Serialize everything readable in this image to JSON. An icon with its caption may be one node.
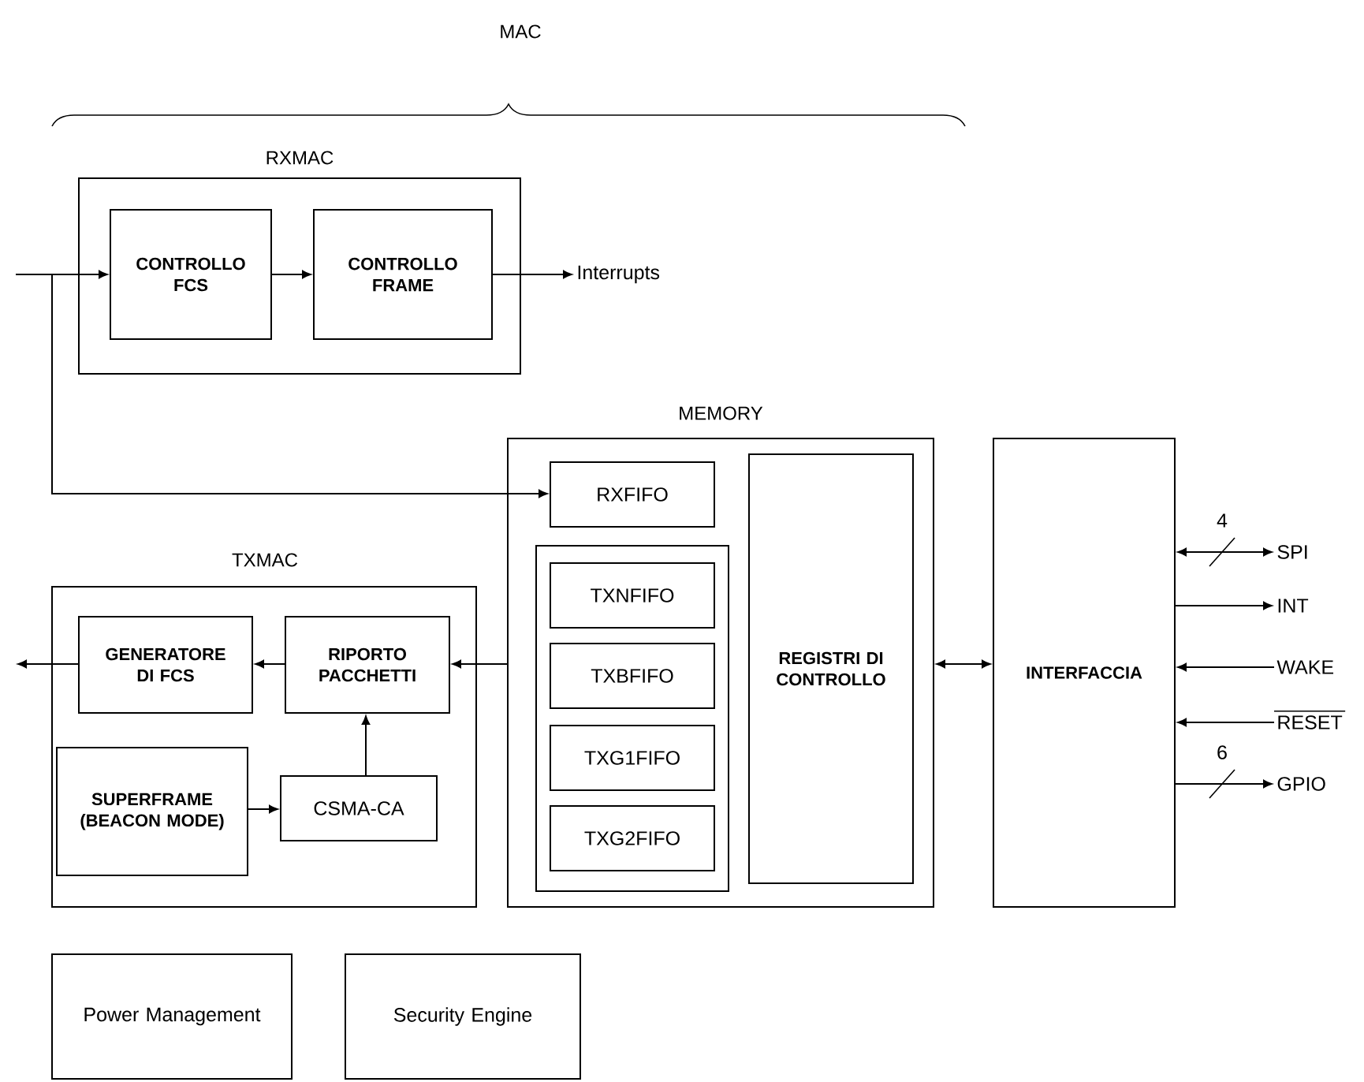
{
  "diagram": {
    "nodes": [
      {
        "text": [
          "RXMAC"
        ]
      },
      {
        "text": [
          "CONTROLLO FCS"
        ],
        "in": 0
      },
      {
        "text": [
          "CONTROLLO FRAME"
        ],
        "in": 0
      },
      {
        "text": [
          "Interrupts"
        ]
      },
      {
        "text": [
          "MEMORY"
        ]
      },
      {
        "text": [
          "RXFIFO"
        ],
        "in": 4
      },
      {
        "text": [],
        "shape": "box",
        "in": 4
      },
      {
        "text": [
          "TXNFIFO"
        ],
        "in": 6
      },
      {
        "text": [
          "TXBFIFO"
        ],
        "in": 6
      },
      {
        "text": [
          "TXG1FIFO"
        ],
        "in": 6
      },
      {
        "text": [
          "TXG2FIFO"
        ],
        "in": 6
      },
      {
        "text": [
          "REGISTRI DI CONTROLLO"
        ],
        "in": 4
      },
      {
        "text": [
          "TXMAC"
        ]
      },
      {
        "text": [
          "GENERATORE DI FCS"
        ],
        "in": 12
      },
      {
        "text": [
          "RIPORTO PACCHETTI"
        ],
        "in": 12
      },
      {
        "text": [
          "SUPERFRAME (BEACON MODE)"
        ],
        "in": 12
      },
      {
        "text": [
          "CSMA-CA"
        ],
        "in": 12
      },
      {
        "text": [
          "INTERFACCIA"
        ]
      },
      {
        "text": [
          "SPI"
        ]
      },
      {
        "text": [
          "INT"
        ]
      },
      {
        "text": [
          "WAKE"
        ]
      },
      {
        "text": [
          "RESET"
        ]
      },
      {
        "text": [
          "GPIO"
        ]
      },
      {
        "text": [
          "Power Management"
        ]
      },
      {
        "text": [
          "Security Engine"
        ]
      }
    ],
    "edges": [
      {
        "from": null,
        "to": 1,
        "arrow": "to"
      },
      {
        "from": null,
        "to": 5,
        "arrow": "to"
      },
      {
        "from": 1,
        "to": 2,
        "arrow": "to"
      },
      {
        "from": 2,
        "to": 3,
        "arrow": "to"
      },
      {
        "from": 4,
        "to": 14,
        "arrow": "to"
      },
      {
        "from": 14,
        "to": 13,
        "arrow": "to"
      },
      {
        "from": 13,
        "to": null,
        "arrow": "to"
      },
      {
        "from": 15,
        "to": 16,
        "arrow": "to"
      },
      {
        "from": 16,
        "to": 14,
        "arrow": "to"
      },
      {
        "from": 4,
        "to": 17,
        "arrow": "both"
      },
      {
        "from": 17,
        "to": 18,
        "arrow": "both",
        "label": "4"
      },
      {
        "from": 17,
        "to": 19,
        "arrow": "to"
      },
      {
        "from": 20,
        "to": 17,
        "arrow": "to"
      },
      {
        "from": 21,
        "to": 17,
        "arrow": "to"
      },
      {
        "from": 17,
        "to": 22,
        "arrow": "to",
        "label": "6"
      }
    ],
    "labels": [
      "MAC"
    ]
  }
}
